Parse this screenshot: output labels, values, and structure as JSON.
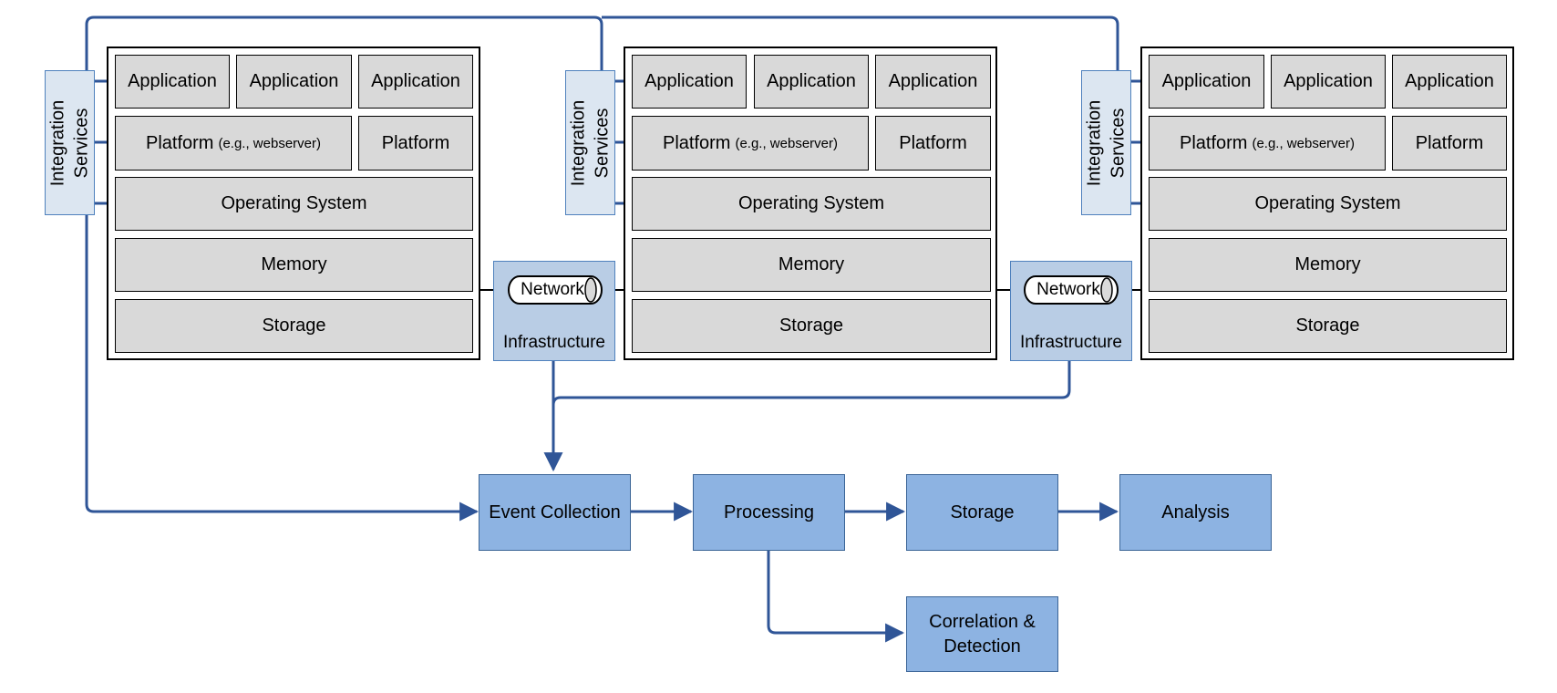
{
  "hosts": [
    {
      "integration_label_line1": "Integration",
      "integration_label_line2": "Services",
      "apps": [
        "Application",
        "Application",
        "Application"
      ],
      "platform_label": "Platform",
      "platform_note": "(e.g., webserver)",
      "platform2_label": "Platform",
      "os_label": "Operating System",
      "memory_label": "Memory",
      "storage_label": "Storage"
    },
    {
      "integration_label_line1": "Integration",
      "integration_label_line2": "Services",
      "apps": [
        "Application",
        "Application",
        "Application"
      ],
      "platform_label": "Platform",
      "platform_note": "(e.g., webserver)",
      "platform2_label": "Platform",
      "os_label": "Operating System",
      "memory_label": "Memory",
      "storage_label": "Storage"
    },
    {
      "integration_label_line1": "Integration",
      "integration_label_line2": "Services",
      "apps": [
        "Application",
        "Application",
        "Application"
      ],
      "platform_label": "Platform",
      "platform_note": "(e.g., webserver)",
      "platform2_label": "Platform",
      "os_label": "Operating System",
      "memory_label": "Memory",
      "storage_label": "Storage"
    }
  ],
  "infrastructure": [
    {
      "network_label": "Network",
      "infra_label": "Infrastructure"
    },
    {
      "network_label": "Network",
      "infra_label": "Infrastructure"
    }
  ],
  "pipeline": {
    "event_collection": "Event Collection",
    "processing": "Processing",
    "storage": "Storage",
    "analysis": "Analysis",
    "correlation_line1": "Correlation &",
    "correlation_line2": "Detection"
  },
  "colors": {
    "connector": "#2f5597",
    "pipeline_fill": "#8db3e2",
    "integration_fill": "#dce6f1",
    "infrastructure_fill": "#b9cde5",
    "component_fill": "#d9d9d9"
  }
}
